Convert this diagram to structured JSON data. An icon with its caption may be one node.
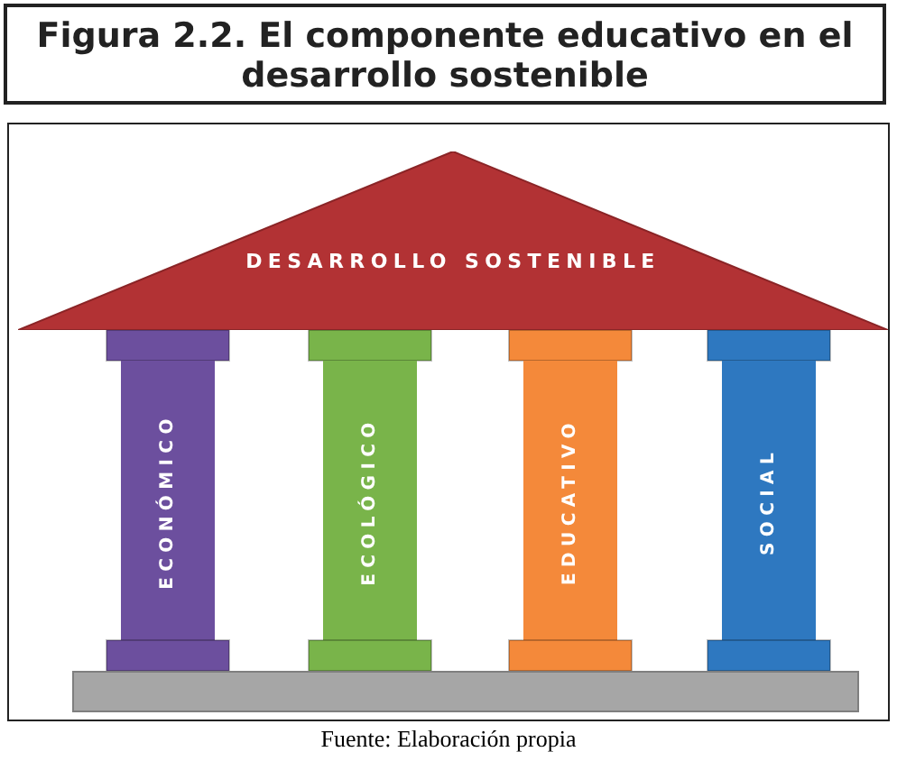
{
  "diagram": {
    "title": "Figura 2.2. El componente educativo en el desarrollo sostenible",
    "caption": "Fuente: Elaboración propia",
    "nodes": [
      {
        "text": [
          "DESARROLLO SOSTENIBLE"
        ]
      },
      {
        "text": [
          "ECONÓMICO"
        ]
      },
      {
        "text": [
          "ECOLÓGICO"
        ]
      },
      {
        "text": [
          "EDUCATIVO"
        ]
      },
      {
        "text": [
          "SOCIAL"
        ]
      },
      {
        "text": [],
        "shape": "bar"
      }
    ]
  }
}
